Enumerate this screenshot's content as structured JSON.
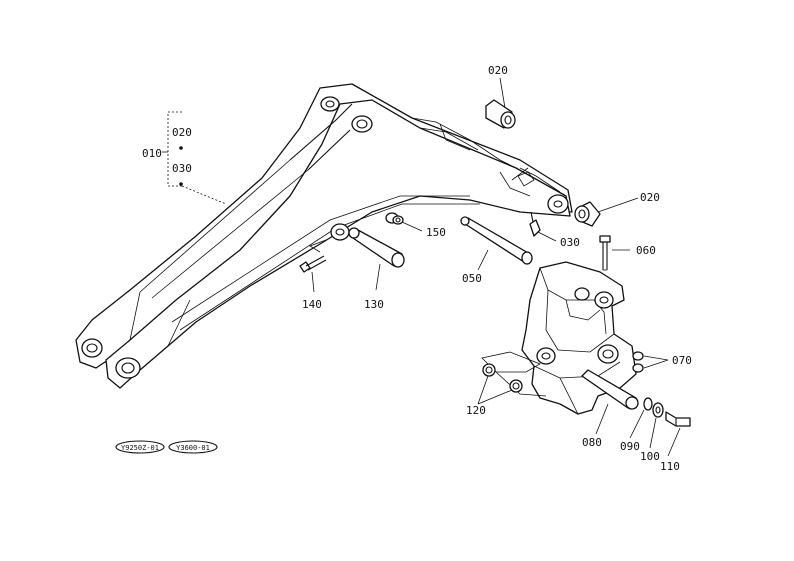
{
  "callouts": {
    "c010": "010",
    "c020_group": "020",
    "c030_group": "030",
    "c020_top": "020",
    "c020_right": "020",
    "c030": "030",
    "c060": "060",
    "c150": "150",
    "c050": "050",
    "c140": "140",
    "c130": "130",
    "c070": "070",
    "c120": "120",
    "c080": "080",
    "c090": "090",
    "c100": "100",
    "c110": "110"
  },
  "stamps": {
    "left": "Y9250Z-01",
    "right": "Y3600-01"
  }
}
